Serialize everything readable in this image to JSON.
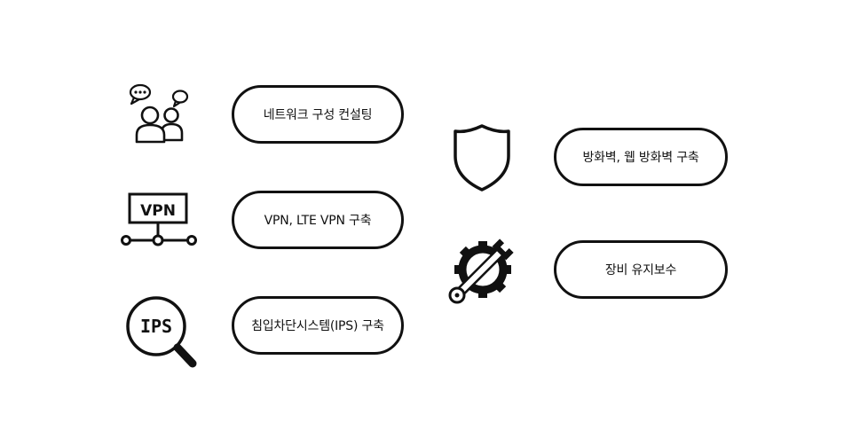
{
  "services": {
    "network_consulting": "네트워크 구성 컨설팅",
    "vpn": "VPN, LTE VPN 구축",
    "ips": "침입차단시스템(IPS) 구축",
    "firewall": "방화벽, 웹 방화벽 구축",
    "maintenance": "장비 유지보수"
  },
  "icons": {
    "consulting": "consulting-people-icon",
    "vpn": "vpn-network-icon",
    "ips": "magnifier-icon",
    "firewall": "shield-icon",
    "maintenance": "gear-wrench-icon",
    "vpn_label": "VPN",
    "ips_label": "IPS"
  },
  "colors": {
    "ink": "#111111",
    "background": "#ffffff"
  }
}
